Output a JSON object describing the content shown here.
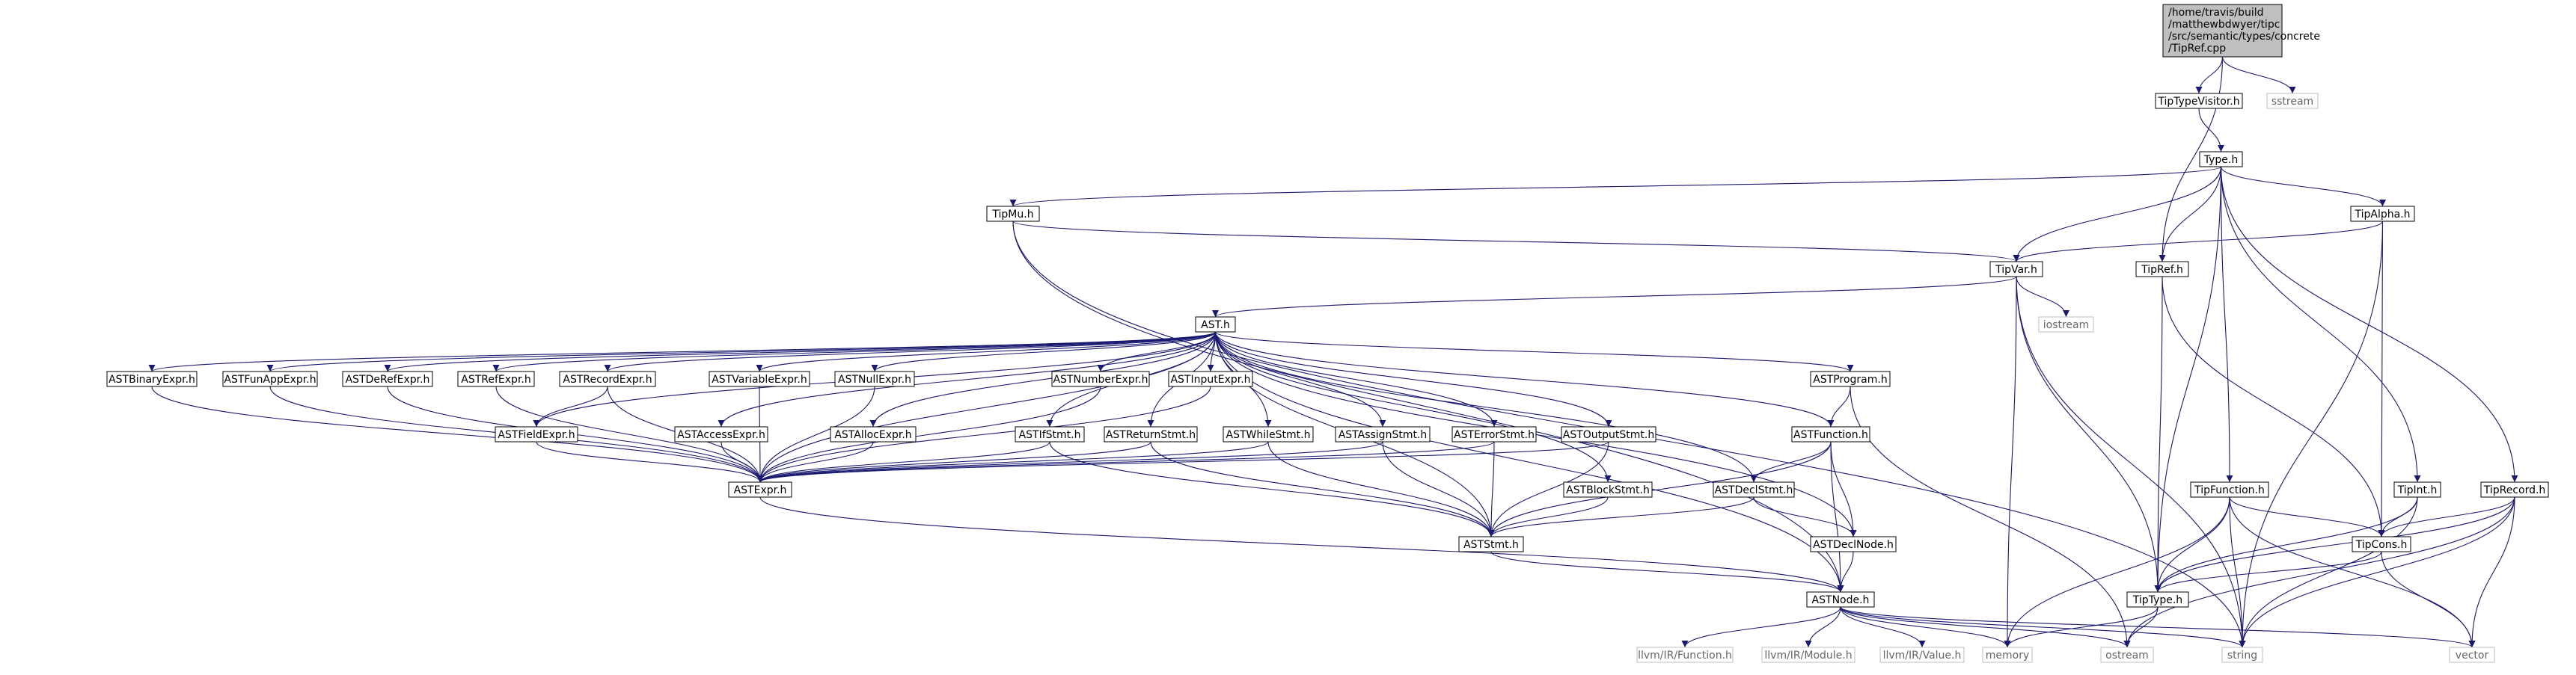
{
  "colors": {
    "edge": "#191970",
    "node_border": "#000000",
    "external_border": "#bfbfbf",
    "root_fill": "#bfbfbf",
    "node_fill": "#ffffff"
  },
  "root": {
    "id": "tipref_cpp",
    "lines": [
      "/home/travis/build",
      "/matthewbdwyer/tipc",
      "/src/semantic/types/concrete",
      "/TipRef.cpp"
    ]
  },
  "nodes": [
    {
      "id": "sstream",
      "label": "sstream",
      "external": true
    },
    {
      "id": "tiptypevisitor_h",
      "label": "TipTypeVisitor.h"
    },
    {
      "id": "type_h",
      "label": "Type.h"
    },
    {
      "id": "tipmu_h",
      "label": "TipMu.h"
    },
    {
      "id": "tipalpha_h",
      "label": "TipAlpha.h"
    },
    {
      "id": "tipvar_h",
      "label": "TipVar.h"
    },
    {
      "id": "tipref_h",
      "label": "TipRef.h"
    },
    {
      "id": "iostream",
      "label": "iostream",
      "external": true
    },
    {
      "id": "ast_h",
      "label": "AST.h"
    },
    {
      "id": "astbinaryexpr_h",
      "label": "ASTBinaryExpr.h"
    },
    {
      "id": "astfunappexpr_h",
      "label": "ASTFunAppExpr.h"
    },
    {
      "id": "astderefexpr_h",
      "label": "ASTDeRefExpr.h"
    },
    {
      "id": "astrefexpr_h",
      "label": "ASTRefExpr.h"
    },
    {
      "id": "astrecordexpr_h",
      "label": "ASTRecordExpr.h"
    },
    {
      "id": "astvariableexpr_h",
      "label": "ASTVariableExpr.h"
    },
    {
      "id": "astnullexpr_h",
      "label": "ASTNullExpr.h"
    },
    {
      "id": "astnumberexpr_h",
      "label": "ASTNumberExpr.h"
    },
    {
      "id": "astinputexpr_h",
      "label": "ASTInputExpr.h"
    },
    {
      "id": "astprogram_h",
      "label": "ASTProgram.h"
    },
    {
      "id": "astfieldexpr_h",
      "label": "ASTFieldExpr.h"
    },
    {
      "id": "astaccessexpr_h",
      "label": "ASTAccessExpr.h"
    },
    {
      "id": "astallocexpr_h",
      "label": "ASTAllocExpr.h"
    },
    {
      "id": "astifstmt_h",
      "label": "ASTIfStmt.h"
    },
    {
      "id": "astreturnstmt_h",
      "label": "ASTReturnStmt.h"
    },
    {
      "id": "astwhilestmt_h",
      "label": "ASTWhileStmt.h"
    },
    {
      "id": "astassignstmt_h",
      "label": "ASTAssignStmt.h"
    },
    {
      "id": "asterrorstmt_h",
      "label": "ASTErrorStmt.h"
    },
    {
      "id": "astoutputstmt_h",
      "label": "ASTOutputStmt.h"
    },
    {
      "id": "astfunction_h",
      "label": "ASTFunction.h"
    },
    {
      "id": "astexpr_h",
      "label": "ASTExpr.h"
    },
    {
      "id": "astblockstmt_h",
      "label": "ASTBlockStmt.h"
    },
    {
      "id": "astdeclstmt_h",
      "label": "ASTDeclStmt.h"
    },
    {
      "id": "aststmt_h",
      "label": "ASTStmt.h"
    },
    {
      "id": "astdeclnode_h",
      "label": "ASTDeclNode.h"
    },
    {
      "id": "astnode_h",
      "label": "ASTNode.h"
    },
    {
      "id": "tipfunction_h",
      "label": "TipFunction.h"
    },
    {
      "id": "tipint_h",
      "label": "TipInt.h"
    },
    {
      "id": "tiprecord_h",
      "label": "TipRecord.h"
    },
    {
      "id": "tipcons_h",
      "label": "TipCons.h"
    },
    {
      "id": "tiptype_h",
      "label": "TipType.h"
    },
    {
      "id": "llvm_function",
      "label": "llvm/IR/Function.h",
      "external": true
    },
    {
      "id": "llvm_module",
      "label": "llvm/IR/Module.h",
      "external": true
    },
    {
      "id": "llvm_value",
      "label": "llvm/IR/Value.h",
      "external": true
    },
    {
      "id": "memory",
      "label": "memory",
      "external": true
    },
    {
      "id": "ostream",
      "label": "ostream",
      "external": true
    },
    {
      "id": "string",
      "label": "string",
      "external": true
    },
    {
      "id": "vector",
      "label": "vector",
      "external": true
    }
  ],
  "edges": [
    [
      "tipref_cpp",
      "tiptypevisitor_h"
    ],
    [
      "tipref_cpp",
      "sstream"
    ],
    [
      "tipref_cpp",
      "tipref_h"
    ],
    [
      "tiptypevisitor_h",
      "type_h"
    ],
    [
      "type_h",
      "tipmu_h"
    ],
    [
      "type_h",
      "tipvar_h"
    ],
    [
      "type_h",
      "tipref_h"
    ],
    [
      "type_h",
      "tipalpha_h"
    ],
    [
      "type_h",
      "tipfunction_h"
    ],
    [
      "type_h",
      "tipint_h"
    ],
    [
      "type_h",
      "tiprecord_h"
    ],
    [
      "type_h",
      "tiptype_h"
    ],
    [
      "tipmu_h",
      "tipvar_h"
    ],
    [
      "tipmu_h",
      "astnode_h"
    ],
    [
      "tipmu_h",
      "string"
    ],
    [
      "tipalpha_h",
      "tipvar_h"
    ],
    [
      "tipalpha_h",
      "tipcons_h"
    ],
    [
      "tipalpha_h",
      "string"
    ],
    [
      "tipvar_h",
      "ast_h"
    ],
    [
      "tipvar_h",
      "iostream"
    ],
    [
      "tipvar_h",
      "memory"
    ],
    [
      "tipvar_h",
      "tiptype_h"
    ],
    [
      "tipvar_h",
      "string"
    ],
    [
      "tipref_h",
      "tiptype_h"
    ],
    [
      "tipref_h",
      "tipcons_h"
    ],
    [
      "ast_h",
      "astbinaryexpr_h"
    ],
    [
      "ast_h",
      "astfunappexpr_h"
    ],
    [
      "ast_h",
      "astderefexpr_h"
    ],
    [
      "ast_h",
      "astrefexpr_h"
    ],
    [
      "ast_h",
      "astrecordexpr_h"
    ],
    [
      "ast_h",
      "astvariableexpr_h"
    ],
    [
      "ast_h",
      "astnullexpr_h"
    ],
    [
      "ast_h",
      "astnumberexpr_h"
    ],
    [
      "ast_h",
      "astinputexpr_h"
    ],
    [
      "ast_h",
      "astprogram_h"
    ],
    [
      "ast_h",
      "astfieldexpr_h"
    ],
    [
      "ast_h",
      "astaccessexpr_h"
    ],
    [
      "ast_h",
      "astallocexpr_h"
    ],
    [
      "ast_h",
      "astifstmt_h"
    ],
    [
      "ast_h",
      "astreturnstmt_h"
    ],
    [
      "ast_h",
      "astwhilestmt_h"
    ],
    [
      "ast_h",
      "astassignstmt_h"
    ],
    [
      "ast_h",
      "asterrorstmt_h"
    ],
    [
      "ast_h",
      "astoutputstmt_h"
    ],
    [
      "ast_h",
      "astfunction_h"
    ],
    [
      "ast_h",
      "astexpr_h"
    ],
    [
      "ast_h",
      "astblockstmt_h"
    ],
    [
      "ast_h",
      "astdeclstmt_h"
    ],
    [
      "ast_h",
      "aststmt_h"
    ],
    [
      "ast_h",
      "astdeclnode_h"
    ],
    [
      "ast_h",
      "astnode_h"
    ],
    [
      "astbinaryexpr_h",
      "astexpr_h"
    ],
    [
      "astfunappexpr_h",
      "astexpr_h"
    ],
    [
      "astderefexpr_h",
      "astexpr_h"
    ],
    [
      "astrefexpr_h",
      "astexpr_h"
    ],
    [
      "astrecordexpr_h",
      "astexpr_h"
    ],
    [
      "astrecordexpr_h",
      "astfieldexpr_h"
    ],
    [
      "astvariableexpr_h",
      "astexpr_h"
    ],
    [
      "astnullexpr_h",
      "astexpr_h"
    ],
    [
      "astnumberexpr_h",
      "astexpr_h"
    ],
    [
      "astinputexpr_h",
      "astexpr_h"
    ],
    [
      "astfieldexpr_h",
      "astexpr_h"
    ],
    [
      "astaccessexpr_h",
      "astexpr_h"
    ],
    [
      "astallocexpr_h",
      "astexpr_h"
    ],
    [
      "astifstmt_h",
      "astexpr_h"
    ],
    [
      "astifstmt_h",
      "aststmt_h"
    ],
    [
      "astreturnstmt_h",
      "astexpr_h"
    ],
    [
      "astreturnstmt_h",
      "aststmt_h"
    ],
    [
      "astwhilestmt_h",
      "astexpr_h"
    ],
    [
      "astwhilestmt_h",
      "aststmt_h"
    ],
    [
      "astassignstmt_h",
      "astexpr_h"
    ],
    [
      "astassignstmt_h",
      "aststmt_h"
    ],
    [
      "asterrorstmt_h",
      "astexpr_h"
    ],
    [
      "asterrorstmt_h",
      "aststmt_h"
    ],
    [
      "astoutputstmt_h",
      "astexpr_h"
    ],
    [
      "astoutputstmt_h",
      "aststmt_h"
    ],
    [
      "astprogram_h",
      "astfunction_h"
    ],
    [
      "astprogram_h",
      "ostream"
    ],
    [
      "astfunction_h",
      "aststmt_h"
    ],
    [
      "astfunction_h",
      "astdeclstmt_h"
    ],
    [
      "astfunction_h",
      "astdeclnode_h"
    ],
    [
      "astfunction_h",
      "astnode_h"
    ],
    [
      "astexpr_h",
      "astnode_h"
    ],
    [
      "astblockstmt_h",
      "aststmt_h"
    ],
    [
      "astdeclstmt_h",
      "aststmt_h"
    ],
    [
      "astdeclstmt_h",
      "astdeclnode_h"
    ],
    [
      "aststmt_h",
      "astnode_h"
    ],
    [
      "astdeclnode_h",
      "astnode_h"
    ],
    [
      "astnode_h",
      "llvm_function"
    ],
    [
      "astnode_h",
      "llvm_module"
    ],
    [
      "astnode_h",
      "llvm_value"
    ],
    [
      "astnode_h",
      "memory"
    ],
    [
      "astnode_h",
      "ostream"
    ],
    [
      "astnode_h",
      "string"
    ],
    [
      "astnode_h",
      "vector"
    ],
    [
      "tipfunction_h",
      "tiptype_h"
    ],
    [
      "tipfunction_h",
      "tipcons_h"
    ],
    [
      "tipfunction_h",
      "memory"
    ],
    [
      "tipfunction_h",
      "string"
    ],
    [
      "tipfunction_h",
      "vector"
    ],
    [
      "tipint_h",
      "tipcons_h"
    ],
    [
      "tipint_h",
      "tiptype_h"
    ],
    [
      "tipint_h",
      "string"
    ],
    [
      "tiprecord_h",
      "tipcons_h"
    ],
    [
      "tiprecord_h",
      "tiptype_h"
    ],
    [
      "tiprecord_h",
      "string"
    ],
    [
      "tiprecord_h",
      "vector"
    ],
    [
      "tiprecord_h",
      "ostream"
    ],
    [
      "tipcons_h",
      "tiptype_h"
    ],
    [
      "tipcons_h",
      "vector"
    ],
    [
      "tiptype_h",
      "memory"
    ],
    [
      "tiptype_h",
      "ostream"
    ]
  ]
}
